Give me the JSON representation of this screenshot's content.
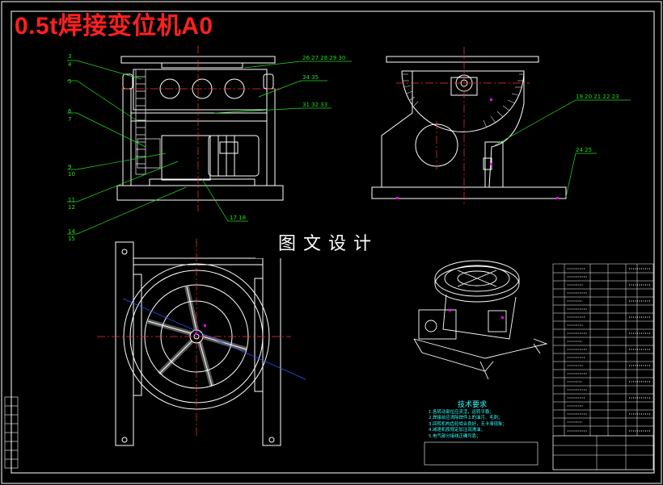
{
  "drawing": {
    "title": "0.5t焊接变位机A0",
    "watermark": "图文设计",
    "colors": {
      "background": "#000000",
      "outline": "#ffffff",
      "title": "#ff2020",
      "leader": "#22dd22",
      "centerline": "#ff3333",
      "hatch": "#e0e0e0",
      "accent": "#ff00ff",
      "notes": "#33ffff",
      "blue": "#3355ff"
    }
  },
  "front_view": {
    "balloons_left": [
      "3",
      "4",
      "5",
      "6",
      "7",
      "9",
      "10",
      "11",
      "12",
      "14",
      "15"
    ],
    "balloons_right": [
      "26 27 28 29 30",
      "34 35",
      "31 32 33"
    ],
    "balloon_bottom": "17 18"
  },
  "side_view": {
    "balloons": [
      "19 20 21 22 23",
      "24 25"
    ]
  },
  "tech_requirements": {
    "title": "技术要求",
    "notes": [
      "1.各转动部位应灵活，运转平稳；",
      "2.焊接前应清除焊件上的油污、毛刺；",
      "3.回转机构齿轮啮合良好，无卡滞现象；",
      "4.减速机按规定加注润滑油；",
      "5.电气部分接线正确可靠；"
    ]
  }
}
